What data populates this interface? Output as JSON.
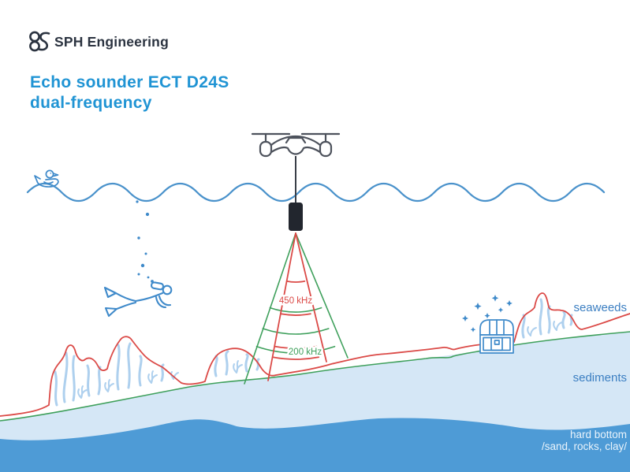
{
  "brand": {
    "name": "SPH Engineering",
    "logo_icon": "drone-quadcopter-logo-icon"
  },
  "title": {
    "line1": "Echo sounder ECT D24S",
    "line2": "dual-frequency"
  },
  "sonar": {
    "high_freq_label": "450 kHz",
    "low_freq_label": "200 kHz"
  },
  "labels": {
    "seaweeds": "seaweeds",
    "sediments": "sediments",
    "hard_bottom_line1": "hard bottom",
    "hard_bottom_line2": "/sand, rocks, clay/"
  },
  "scene_icons": {
    "drone": "drone-icon",
    "echo_sounder": "echo-sounder-transducer-icon",
    "duck": "duck-icon",
    "diver": "scuba-diver-icon",
    "bubbles": "air-bubbles-icon",
    "treasure_chest": "treasure-chest-icon",
    "sparkles": "sparkles-icon",
    "water_surface": "water-wave-icon",
    "seaweed_left": "seaweed-reef-icon",
    "seaweed_right": "seaweed-mound-icon"
  },
  "colors": {
    "title_blue": "#2094d4",
    "ink_dark": "#2b3340",
    "drone_gray": "#4d525c",
    "outline_blue": "#3f8aca",
    "wave_blue": "#4a92cb",
    "plant_blue": "#aed0ee",
    "sediment_fill": "#d5e7f6",
    "hard_bottom_fill": "#4e9bd6",
    "high_freq_red": "#db4a47",
    "low_freq_green": "#3fa05c",
    "side_label_blue": "#3c7fc2",
    "bottom_label_light": "#e9f3fb",
    "transducer_black": "#22262e"
  }
}
